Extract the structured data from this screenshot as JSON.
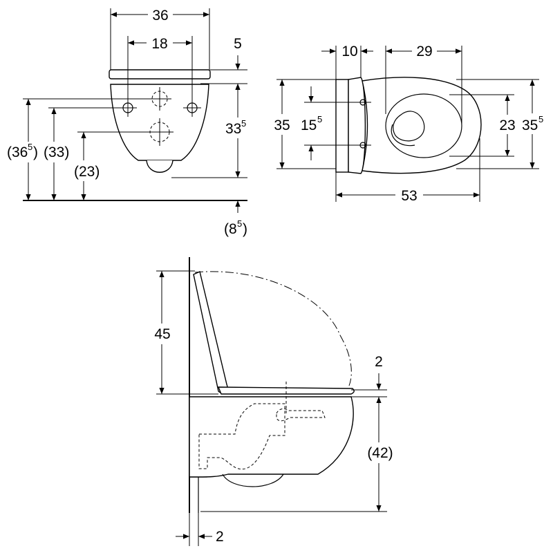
{
  "front_view": {
    "overall_width": "36",
    "fixing_spacing": "18",
    "seat_height": "5",
    "bowl_height_main": "33",
    "bowl_height_sup": "5",
    "top_height_main": "(36",
    "top_height_sup": "5",
    "top_height_close": ")",
    "fixing_upper_height": "(33)",
    "outlet_height": "(23)",
    "floor_clearance_main": "(8",
    "floor_clearance_sup": "5",
    "floor_clearance_close": ")"
  },
  "top_view": {
    "seat_depth": "10",
    "bowl_opening": "29",
    "total_width": "35",
    "fixing_spacing_main": "15",
    "fixing_spacing_sup": "5",
    "inner_width": "23",
    "outer_width_main": "35",
    "outer_width_sup": "5",
    "total_length": "53"
  },
  "side_view": {
    "lid_height": "45",
    "seat_thickness": "2",
    "rim_height": "(42)",
    "wall_gap": "2"
  }
}
